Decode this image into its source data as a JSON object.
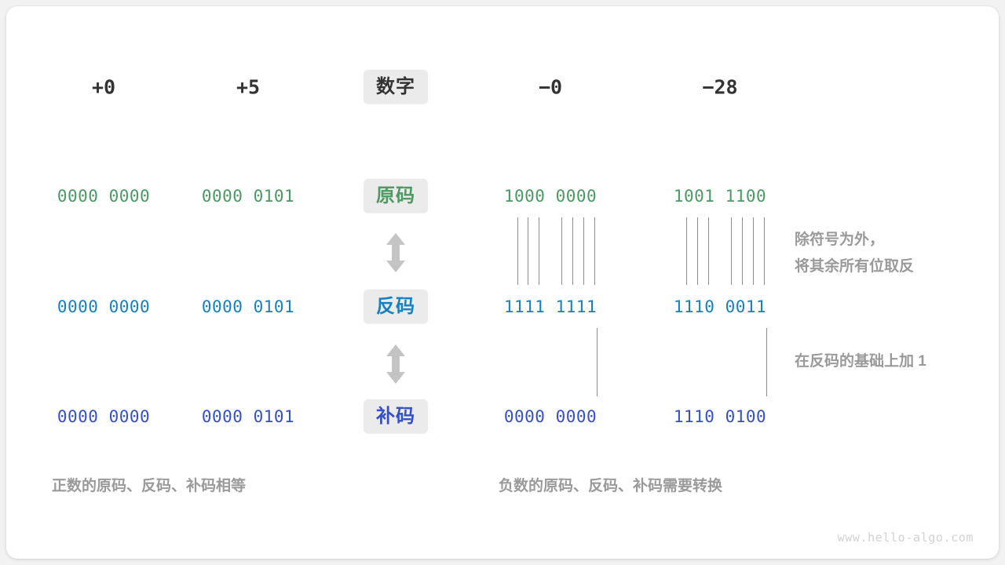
{
  "figure": {
    "columns": [
      {
        "name": "plus-zero",
        "header": "+0"
      },
      {
        "name": "plus-five",
        "header": "+5"
      },
      {
        "name": "row-label",
        "header": "数字"
      },
      {
        "name": "minus-zero",
        "header": "−0"
      },
      {
        "name": "minus-28",
        "header": "−28"
      }
    ],
    "rows": [
      {
        "label": "原码",
        "label_color": "#4c9a63",
        "values": {
          "plus_zero": "0000 0000",
          "plus_five": "0000 0101",
          "minus_zero": "1000 0000",
          "minus_28": "1001 1100"
        }
      },
      {
        "label": "反码",
        "label_color": "#1581c4",
        "values": {
          "plus_zero": "0000 0000",
          "plus_five": "0000 0101",
          "minus_zero": "1111 1111",
          "minus_28": "1110 0011"
        }
      },
      {
        "label": "补码",
        "label_color": "#3450cc",
        "values": {
          "plus_zero": "0000 0000",
          "plus_five": "0000 0101",
          "minus_zero": "0000 0000",
          "minus_28": "1110 0100"
        }
      }
    ],
    "annotations": {
      "invert_note": "除符号为外，\n将其余所有位取反",
      "plus_one_note": "在反码的基础上加  1"
    },
    "captions": {
      "positive": "正数的原码、反码、补码相等",
      "negative": "负数的原码、反码、补码需要转换"
    },
    "watermark": "www.hello-algo.com",
    "colors": {
      "green": "#4c9a63",
      "blue": "#1581c4",
      "indigo": "#3450cc",
      "gray_text": "#9a9a9a",
      "chip_bg": "#ebebeb",
      "line": "#8c8c8c",
      "arrow": "#c4c4c4"
    }
  }
}
